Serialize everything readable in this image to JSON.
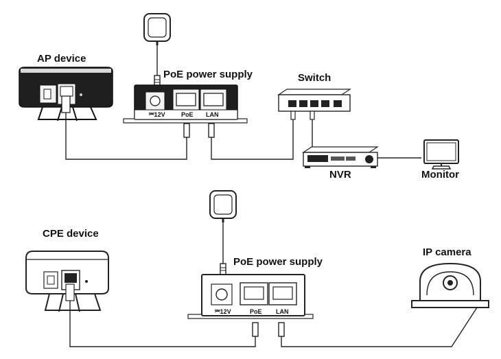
{
  "top": {
    "ap_label": "AP device",
    "poe_label": "PoE power supply",
    "switch_label": "Switch",
    "nvr_label": "NVR",
    "monitor_label": "Monitor",
    "port_12v": "⎃12V",
    "port_poe": "PoE",
    "port_lan": "LAN"
  },
  "bottom": {
    "cpe_label": "CPE device",
    "poe_label": "PoE power supply",
    "camera_label": "IP camera",
    "port_12v": "⎃12V",
    "port_poe": "PoE",
    "port_lan": "LAN"
  },
  "colors": {
    "line": "#222222",
    "device_dark": "#1f1f1f",
    "device_light": "#f2f2f2"
  }
}
